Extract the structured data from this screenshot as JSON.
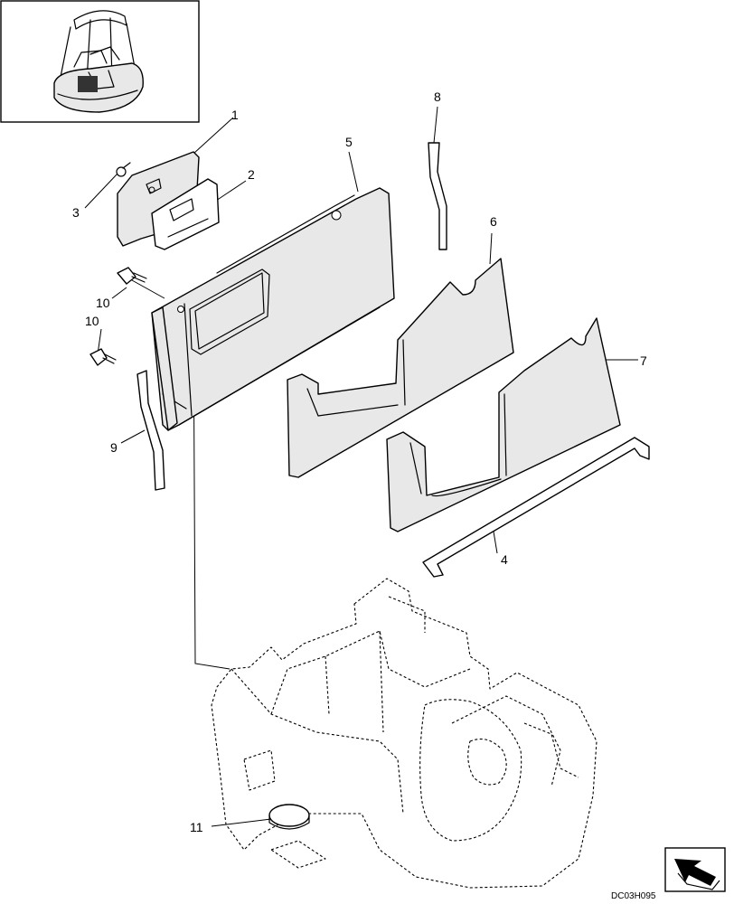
{
  "callouts": {
    "c1": "1",
    "c2": "2",
    "c3": "3",
    "c4": "4",
    "c5": "5",
    "c6": "6",
    "c7": "7",
    "c8": "8",
    "c9": "9",
    "c10a": "10",
    "c10b": "10",
    "c11": "11"
  },
  "drawing_code": "DC03H095",
  "icons": {
    "inset": "machine-inset-icon",
    "nav": "next-page-arrow-icon"
  }
}
